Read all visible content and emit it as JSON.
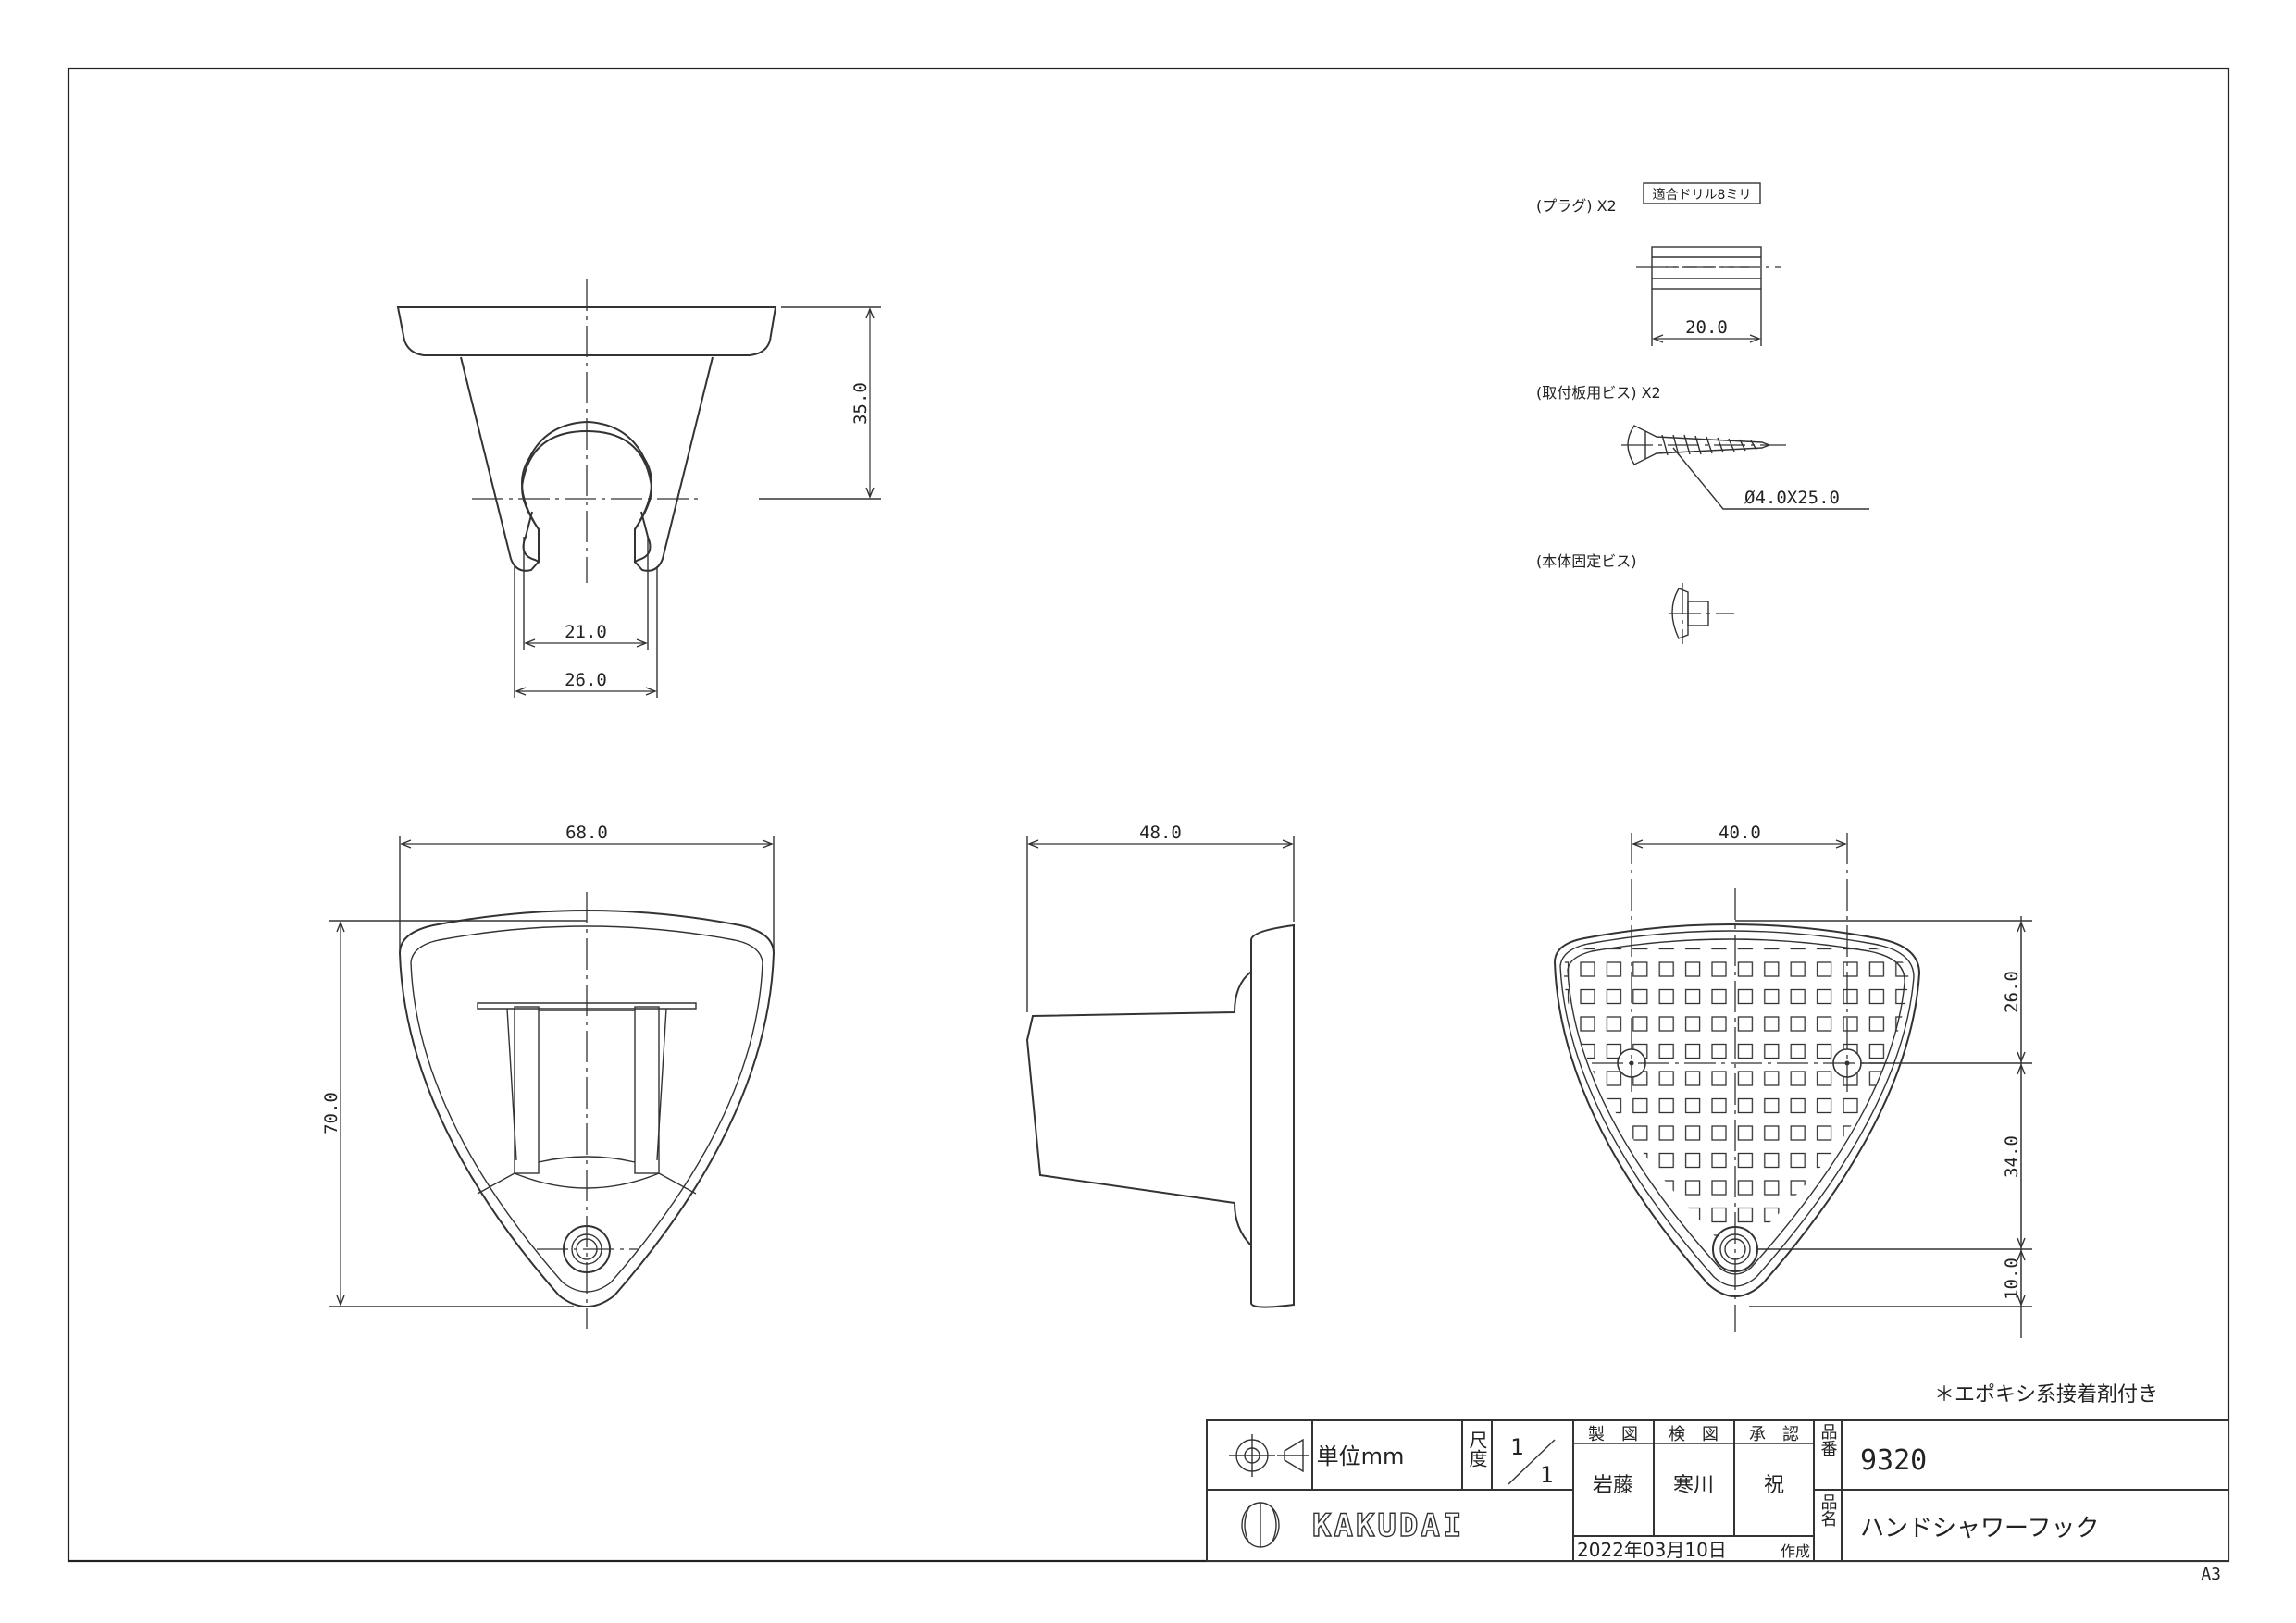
{
  "sheet": {
    "paper_size": "A3",
    "note": "＊エポキシ系接着剤付き"
  },
  "parts": {
    "plug_label": "(プラグ) X2",
    "plug_drill_note": "適合ドリル8ミリ",
    "plug_length": "20.0",
    "screw_label": "(取付板用ビス) X2",
    "screw_size": "Ø4.0X25.0",
    "body_screw_label": "(本体固定ビス)"
  },
  "dimensions": {
    "top_height": "35.0",
    "top_inner_width": "21.0",
    "top_outer_width": "26.0",
    "front_width": "68.0",
    "front_height": "70.0",
    "side_depth": "48.0",
    "back_hole_spacing": "40.0",
    "back_v1": "26.0",
    "back_v2": "34.0",
    "back_v3": "10.0"
  },
  "title_block": {
    "unit_label": "単位mm",
    "scale_label": "尺度",
    "scale_num": "1",
    "scale_den": "1",
    "col_made": "製　図",
    "col_checked": "検　図",
    "col_approved": "承　認",
    "made_by": "岩藤",
    "checked_by": "寒川",
    "approved_by": "祝",
    "part_no_label": "品番",
    "part_no": "9320",
    "part_name_label": "品名",
    "part_name": "ハンドシャワーフック",
    "brand": "KAKUDAI",
    "date": "2022年03月10日",
    "date_suffix": "作成"
  },
  "icons": [
    "projection-symbol-icon",
    "kakudai-logo-icon"
  ]
}
